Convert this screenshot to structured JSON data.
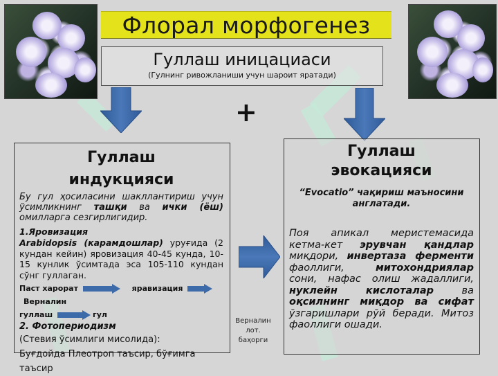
{
  "slide": {
    "title": "Флорал морфогенез",
    "title_bg": "#e4e21a",
    "background": "#d6d6d6",
    "arrow_color": "#3d6aa8"
  },
  "images": {
    "left_photo": "flower-photo-left",
    "right_photo": "flower-photo-right"
  },
  "initiation": {
    "title": "Гуллаш иницациаси",
    "subtitle": "(Гулнинг ривожланиши учун шароит яратади)"
  },
  "plus_sign": "+",
  "induction": {
    "title_line1": "Гуллаш",
    "title_line2": "индукцияси",
    "intro_part1": "Бу гул ҳосиласини шакллантириш учун ўсимликнинг ",
    "intro_bold1": "ташқи",
    "intro_part2": " ва ",
    "intro_bold2": "ички (ёш)",
    "intro_part3": " омилларга сезгирлигидир.",
    "section1_title": "1.Яровизация",
    "section1_bold": "Arabidopsis (карамдошлар)",
    "section1_text": " уруғида (2 кундан кейин) яровизация 40-45 кунда, 10-15 кунлик ўсимтада эса 105-110 кундан сўнг гуллаган.",
    "flow": {
      "step1": "Паст харорат",
      "step2": "яравизация",
      "step3": "Верналин",
      "step4": "гуллаш",
      "step5": "гул"
    },
    "section2_title": "2. Фотопериодизм",
    "section2_line1": "(Стевия ўсимлиги мисолида):",
    "section2_line2": "Буғдойда Плеотроп таъсир, бўғимга таъсир"
  },
  "side_note": {
    "line1": "Верналин",
    "line2": "лот.",
    "line3": "баҳорги"
  },
  "evocation": {
    "title_line1": "Гуллаш",
    "title_line2": "эвокацияси",
    "quote": "“Evocatio” чақириш маъносини англатади.",
    "body": [
      {
        "t": "Поя апикал меристемасида кетма-кет ",
        "b": false
      },
      {
        "t": "эрувчан қандлар",
        "b": true
      },
      {
        "t": " миқдори, ",
        "b": false
      },
      {
        "t": "инвертаза ферменти",
        "b": true
      },
      {
        "t": " фаоллиги, ",
        "b": false
      },
      {
        "t": "митохондриялар",
        "b": true
      },
      {
        "t": " сони, нафас олиш жадаллиги, ",
        "b": false
      },
      {
        "t": "нуклейн кислоталар",
        "b": true
      },
      {
        "t": " ва ",
        "b": false
      },
      {
        "t": "оқсилнинг миқдор ва сифат",
        "b": true
      },
      {
        "t": " ўзгаришлари рўй беради. Митоз фаоллиги ошади.",
        "b": false
      }
    ]
  }
}
